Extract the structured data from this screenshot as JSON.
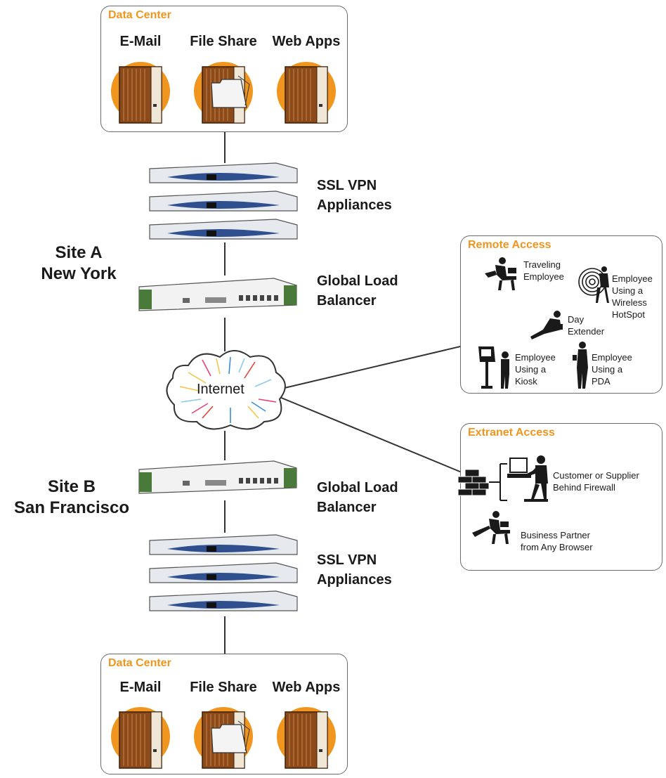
{
  "data_center_top": {
    "title": "Data Center",
    "servers": [
      "E-Mail",
      "File Share",
      "Web Apps"
    ]
  },
  "site_a": {
    "name": "Site A",
    "city": "New York",
    "ssl_vpn": [
      "SSL VPN",
      "Appliances"
    ],
    "load_balancer": [
      "Global Load",
      "Balancer"
    ]
  },
  "internet": {
    "label": "Internet"
  },
  "site_b": {
    "name": "Site B",
    "city": "San Francisco",
    "load_balancer": [
      "Global Load",
      "Balancer"
    ],
    "ssl_vpn": [
      "SSL VPN",
      "Appliances"
    ]
  },
  "data_center_bottom": {
    "title": "Data Center",
    "servers": [
      "E-Mail",
      "File Share",
      "Web Apps"
    ]
  },
  "remote_access": {
    "title": "Remote Access",
    "items": [
      [
        "Traveling",
        "Employee"
      ],
      [
        "Employee",
        "Using a",
        "Wireless",
        "HotSpot"
      ],
      [
        "Day",
        "Extender"
      ],
      [
        "Employee",
        "Using a",
        "Kiosk"
      ],
      [
        "Employee",
        "Using a",
        "PDA"
      ]
    ]
  },
  "extranet_access": {
    "title": "Extranet Access",
    "items": [
      [
        "Customer or Supplier",
        "Behind Firewall"
      ],
      [
        "Business Partner",
        "from Any Browser"
      ]
    ]
  },
  "colors": {
    "orange": "#f0961e",
    "server_brown": "#8a4a1a",
    "appliance_blue": "#2f4f8f",
    "appliance_body": "#e6e9ee",
    "balancer_green": "#4a7a3a",
    "border_gray": "#6b6b6b"
  }
}
